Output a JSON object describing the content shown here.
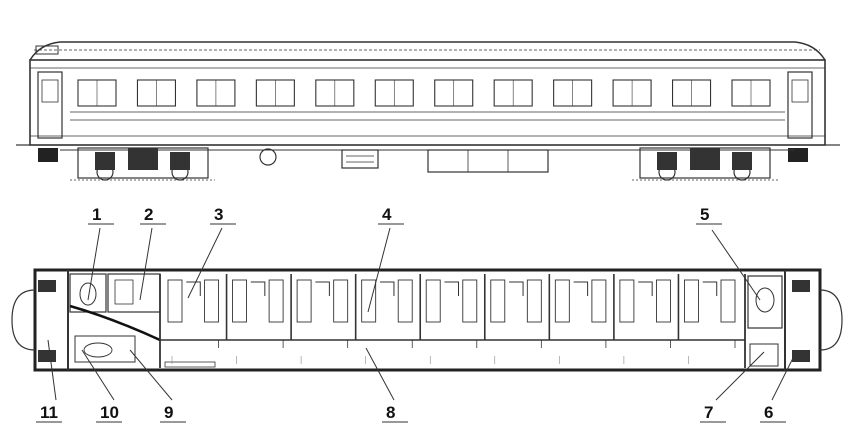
{
  "diagram": {
    "callouts": [
      {
        "id": "c1",
        "label": "1"
      },
      {
        "id": "c2",
        "label": "2"
      },
      {
        "id": "c3",
        "label": "3"
      },
      {
        "id": "c4",
        "label": "4"
      },
      {
        "id": "c5",
        "label": "5"
      },
      {
        "id": "c6",
        "label": "6"
      },
      {
        "id": "c7",
        "label": "7"
      },
      {
        "id": "c8",
        "label": "8"
      },
      {
        "id": "c9",
        "label": "9"
      },
      {
        "id": "c10",
        "label": "10"
      },
      {
        "id": "c11",
        "label": "11"
      }
    ],
    "compartment_count": 9,
    "window_count": 12,
    "colors": {
      "line": "#333333",
      "background": "#ffffff",
      "dark": "#222222"
    }
  }
}
